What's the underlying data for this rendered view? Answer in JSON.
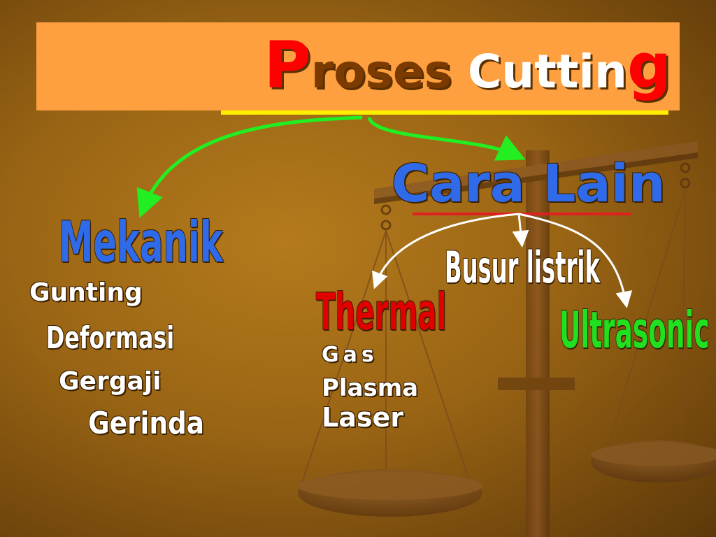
{
  "title": {
    "p": "P",
    "roses": "roses ",
    "cuttin": "Cuttin",
    "g": "g"
  },
  "branches": {
    "mekanik": {
      "label": "Mekanik",
      "items": [
        "Gunting",
        "Deformasi",
        "Gergaji",
        "Gerinda"
      ]
    },
    "cara_lain": {
      "label": "Cara Lain"
    }
  },
  "methods": {
    "thermal": {
      "label": "Thermal",
      "items": [
        "Gas",
        "Plasma",
        "Laser"
      ]
    },
    "busur": {
      "label": "Busur listrik"
    },
    "ultrasonic": {
      "label": "Ultrasonic"
    }
  },
  "colors": {
    "title_box": "#ffa040",
    "title_underline": "#ffee00",
    "p_red": "#ff0000",
    "roses_brown": "#7a3a00",
    "cutting_white": "#ffffff",
    "blue": "#2f6ae8",
    "thermal_red": "#e00000",
    "ultrasonic_green": "#20e020",
    "arrow_green": "#22ee22",
    "arrow_white": "#ffffff",
    "cara_lain_underline": "#e02020"
  },
  "icons": [
    "balance-scale-icon"
  ]
}
